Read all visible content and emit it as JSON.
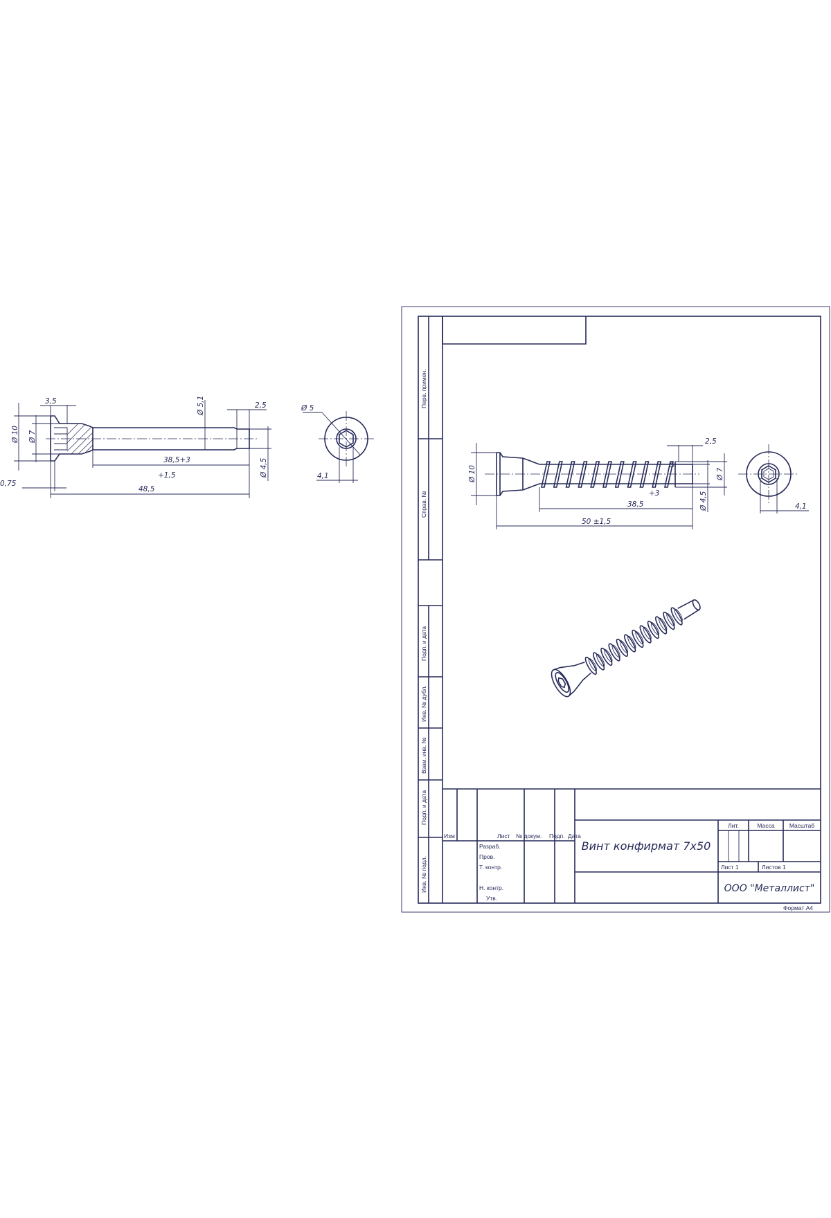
{
  "colors": {
    "ink": "#262a58",
    "paper": "#ffffff"
  },
  "left_drawing": {
    "dims": {
      "head_width": "3,5",
      "head_diameter": "Ø 10",
      "socket_diameter": "Ø 7",
      "chamfer": "0,75",
      "shank_diameter": "Ø 5,1",
      "tip_length": "2,5",
      "shank_length": "38,5+3",
      "tolerance": "+1,5",
      "total_length": "48,5",
      "tip_diameter": "Ø 4,5",
      "end_diameter": "Ø 5",
      "hex_size": "4,1"
    }
  },
  "sheet": {
    "side_strip": {
      "perv_primen": "Перв. примен.",
      "sprav_no": "Справ. №",
      "podp_data_1": "Подп. и дата",
      "inv_dubl": "Инв. № дубл.",
      "vzam_inv": "Взам. инв. №",
      "podp_data_2": "Подп. и дата",
      "inv_podl": "Инв. № подл."
    },
    "view_dims": {
      "head_diameter": "Ø 10",
      "tip_length": "2,5",
      "thread_diameter": "Ø 7",
      "tolerance_plus": "+3",
      "thread_length": "38,5",
      "core_diameter": "Ø 4,5",
      "total_length": "50 ±1,5",
      "hex_size": "4,1"
    },
    "title_block": {
      "col_izm": "Изм",
      "col_list": "Лист",
      "col_doc": "№ докум.",
      "col_podp": "Подп.",
      "col_date": "Дата",
      "razrab": "Разраб.",
      "prov": "Пров.",
      "t_kontr": "Т. контр.",
      "n_kontr": "Н. контр.",
      "utv": "Утв.",
      "drawing_title": "Винт конфирмат 7x50",
      "lit": "Лит.",
      "massa": "Масса",
      "masshtab": "Масштаб",
      "sheet": "Лист 1",
      "sheets": "Листов 1",
      "company": "ООО \"Металлист\"",
      "format": "Формат А4"
    }
  }
}
